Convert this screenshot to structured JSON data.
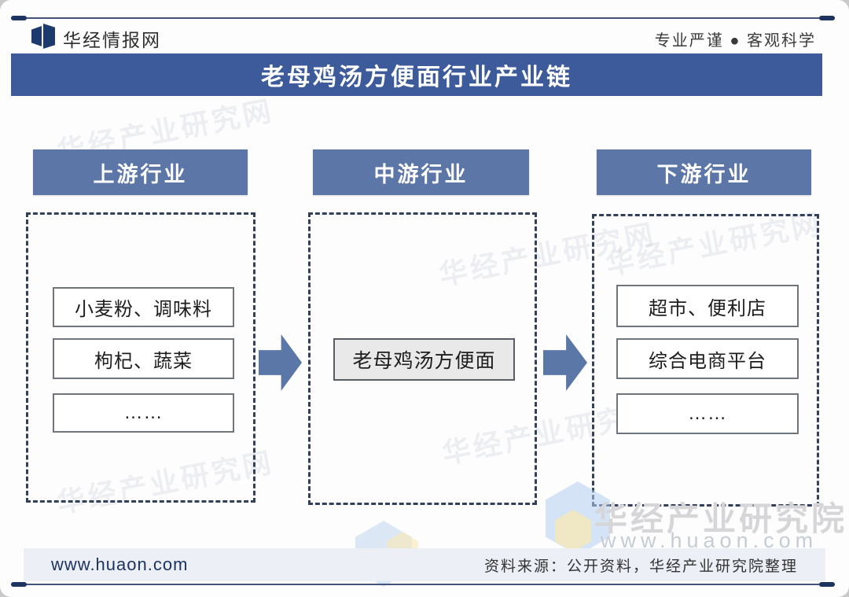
{
  "brand": {
    "name": "华经情报网",
    "slogan": "专业严谨 ● 客观科学"
  },
  "title": "老母鸡汤方便面行业产业链",
  "chain": {
    "upstream": {
      "header": "上游行业",
      "items": [
        "小麦粉、调味料",
        "枸杞、蔬菜",
        "……"
      ]
    },
    "midstream": {
      "header": "中游行业",
      "product": "老母鸡汤方便面"
    },
    "downstream": {
      "header": "下游行业",
      "items": [
        "超市、便利店",
        "综合电商平台",
        "……"
      ]
    }
  },
  "footer": {
    "website": "www.huaon.com",
    "source": "资料来源：公开资料，华经产业研究院整理"
  },
  "watermark": {
    "diagonal": "华经产业研究网",
    "institute": "华经产业研究院",
    "url": "www.huaon.com"
  },
  "colors": {
    "title_bar": "#3d5b9b",
    "column_header": "#5c76a8",
    "arrow": "#5b77a8",
    "dashed_border": "#32405c",
    "footer_band": "#edeff7",
    "brand_navy": "#1d3a6e"
  }
}
